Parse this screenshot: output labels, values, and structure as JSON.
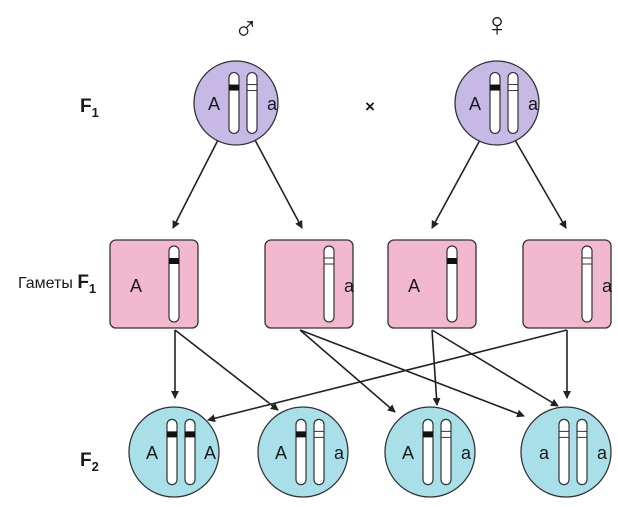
{
  "symbols": {
    "male": "♂",
    "female": "♀",
    "cross": "×"
  },
  "row_labels": {
    "f1": {
      "main": "F",
      "sub": "1"
    },
    "gametes": {
      "prefix": "Гаметы ",
      "main": "F",
      "sub": "1"
    },
    "f2": {
      "main": "F",
      "sub": "2"
    }
  },
  "parents": [
    {
      "id": "male",
      "alleles": [
        "A",
        "a"
      ],
      "marks": [
        "dark",
        "light"
      ]
    },
    {
      "id": "female",
      "alleles": [
        "A",
        "a"
      ],
      "marks": [
        "dark",
        "light"
      ]
    }
  ],
  "gametes": [
    {
      "allele": "A",
      "mark": "dark"
    },
    {
      "allele": "a",
      "mark": "light"
    },
    {
      "allele": "A",
      "mark": "dark"
    },
    {
      "allele": "a",
      "mark": "light"
    }
  ],
  "offspring": [
    {
      "alleles": [
        "A",
        "A"
      ],
      "marks": [
        "dark",
        "dark"
      ]
    },
    {
      "alleles": [
        "A",
        "a"
      ],
      "marks": [
        "dark",
        "light"
      ]
    },
    {
      "alleles": [
        "A",
        "a"
      ],
      "marks": [
        "dark",
        "light"
      ]
    },
    {
      "alleles": [
        "a",
        "a"
      ],
      "marks": [
        "light",
        "light"
      ]
    }
  ],
  "colors": {
    "parent_fill": "#c7b9e6",
    "gamete_fill": "#f1b8cf",
    "offspring_fill": "#a9dfe8",
    "outline": "#333333",
    "arrow": "#222222",
    "chromosome_fill": "#ffffff",
    "dark_band": "#111111",
    "light_band": "#ffffff"
  }
}
